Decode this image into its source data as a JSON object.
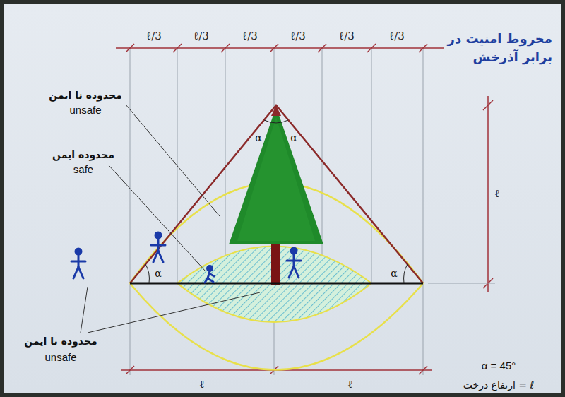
{
  "diagram": {
    "title": "مخروط امنیت در برابر آذرخش",
    "labels": [
      "محدوده نا ایمن",
      "unsafe",
      "محدوده ایمن",
      "safe",
      "محدوده نا ایمن",
      "unsafe",
      "ℓ/3",
      "ℓ/3",
      "ℓ/3",
      "ℓ/3",
      "ℓ/3",
      "ℓ/3",
      "ℓ",
      "α",
      "α",
      "α",
      "α",
      "ℓ",
      "ℓ",
      "α = 45°",
      "ارتفاع درخت = ℓ"
    ]
  }
}
